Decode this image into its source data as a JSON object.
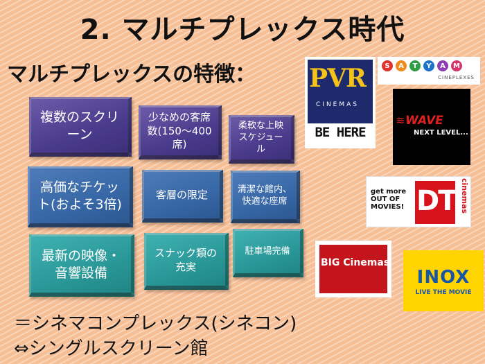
{
  "slide": {
    "title": "2. マルチプレックス時代",
    "subtitle": "マルチプレックスの特徴：",
    "features": [
      {
        "text": "複数のスクリーン"
      },
      {
        "text": "少なめの客席数(150〜400席)"
      },
      {
        "text": "柔軟な上映スケジュール"
      },
      {
        "text": "高価なチケット(およそ3倍)"
      },
      {
        "text": "客層の限定"
      },
      {
        "text": "清潔な館内、快適な座席"
      },
      {
        "text": "最新の映像・音響設備"
      },
      {
        "text": "スナック類の充実"
      },
      {
        "text": "駐車場完備"
      }
    ],
    "bottom_line1": "＝シネマコンプレックス(シネコン)",
    "bottom_line2": "⇔シングルスクリーン館"
  },
  "logos": {
    "pvr": {
      "name": "PVR",
      "sub": "CINEMAS",
      "tagline": "BE HERE"
    },
    "satyam": {
      "letters": [
        "S",
        "A",
        "T",
        "Y",
        "A",
        "M"
      ],
      "sub": "CINEPLEXES"
    },
    "wave": {
      "name": "WAVE",
      "tagline": "NEXT LEVEL..."
    },
    "dt": {
      "left": "get more OUT OF MOVIES!",
      "name": "DT",
      "vertical": "cinemas"
    },
    "big": {
      "name": "BIG Cinemas"
    },
    "inox": {
      "name": "INOX",
      "tagline": "LIVE THE MOVIE"
    }
  },
  "colors": {
    "background": "#f6bf96",
    "tile_purple": "#4a3b8c",
    "tile_blue": "#3767a6",
    "tile_teal": "#2a9898"
  }
}
